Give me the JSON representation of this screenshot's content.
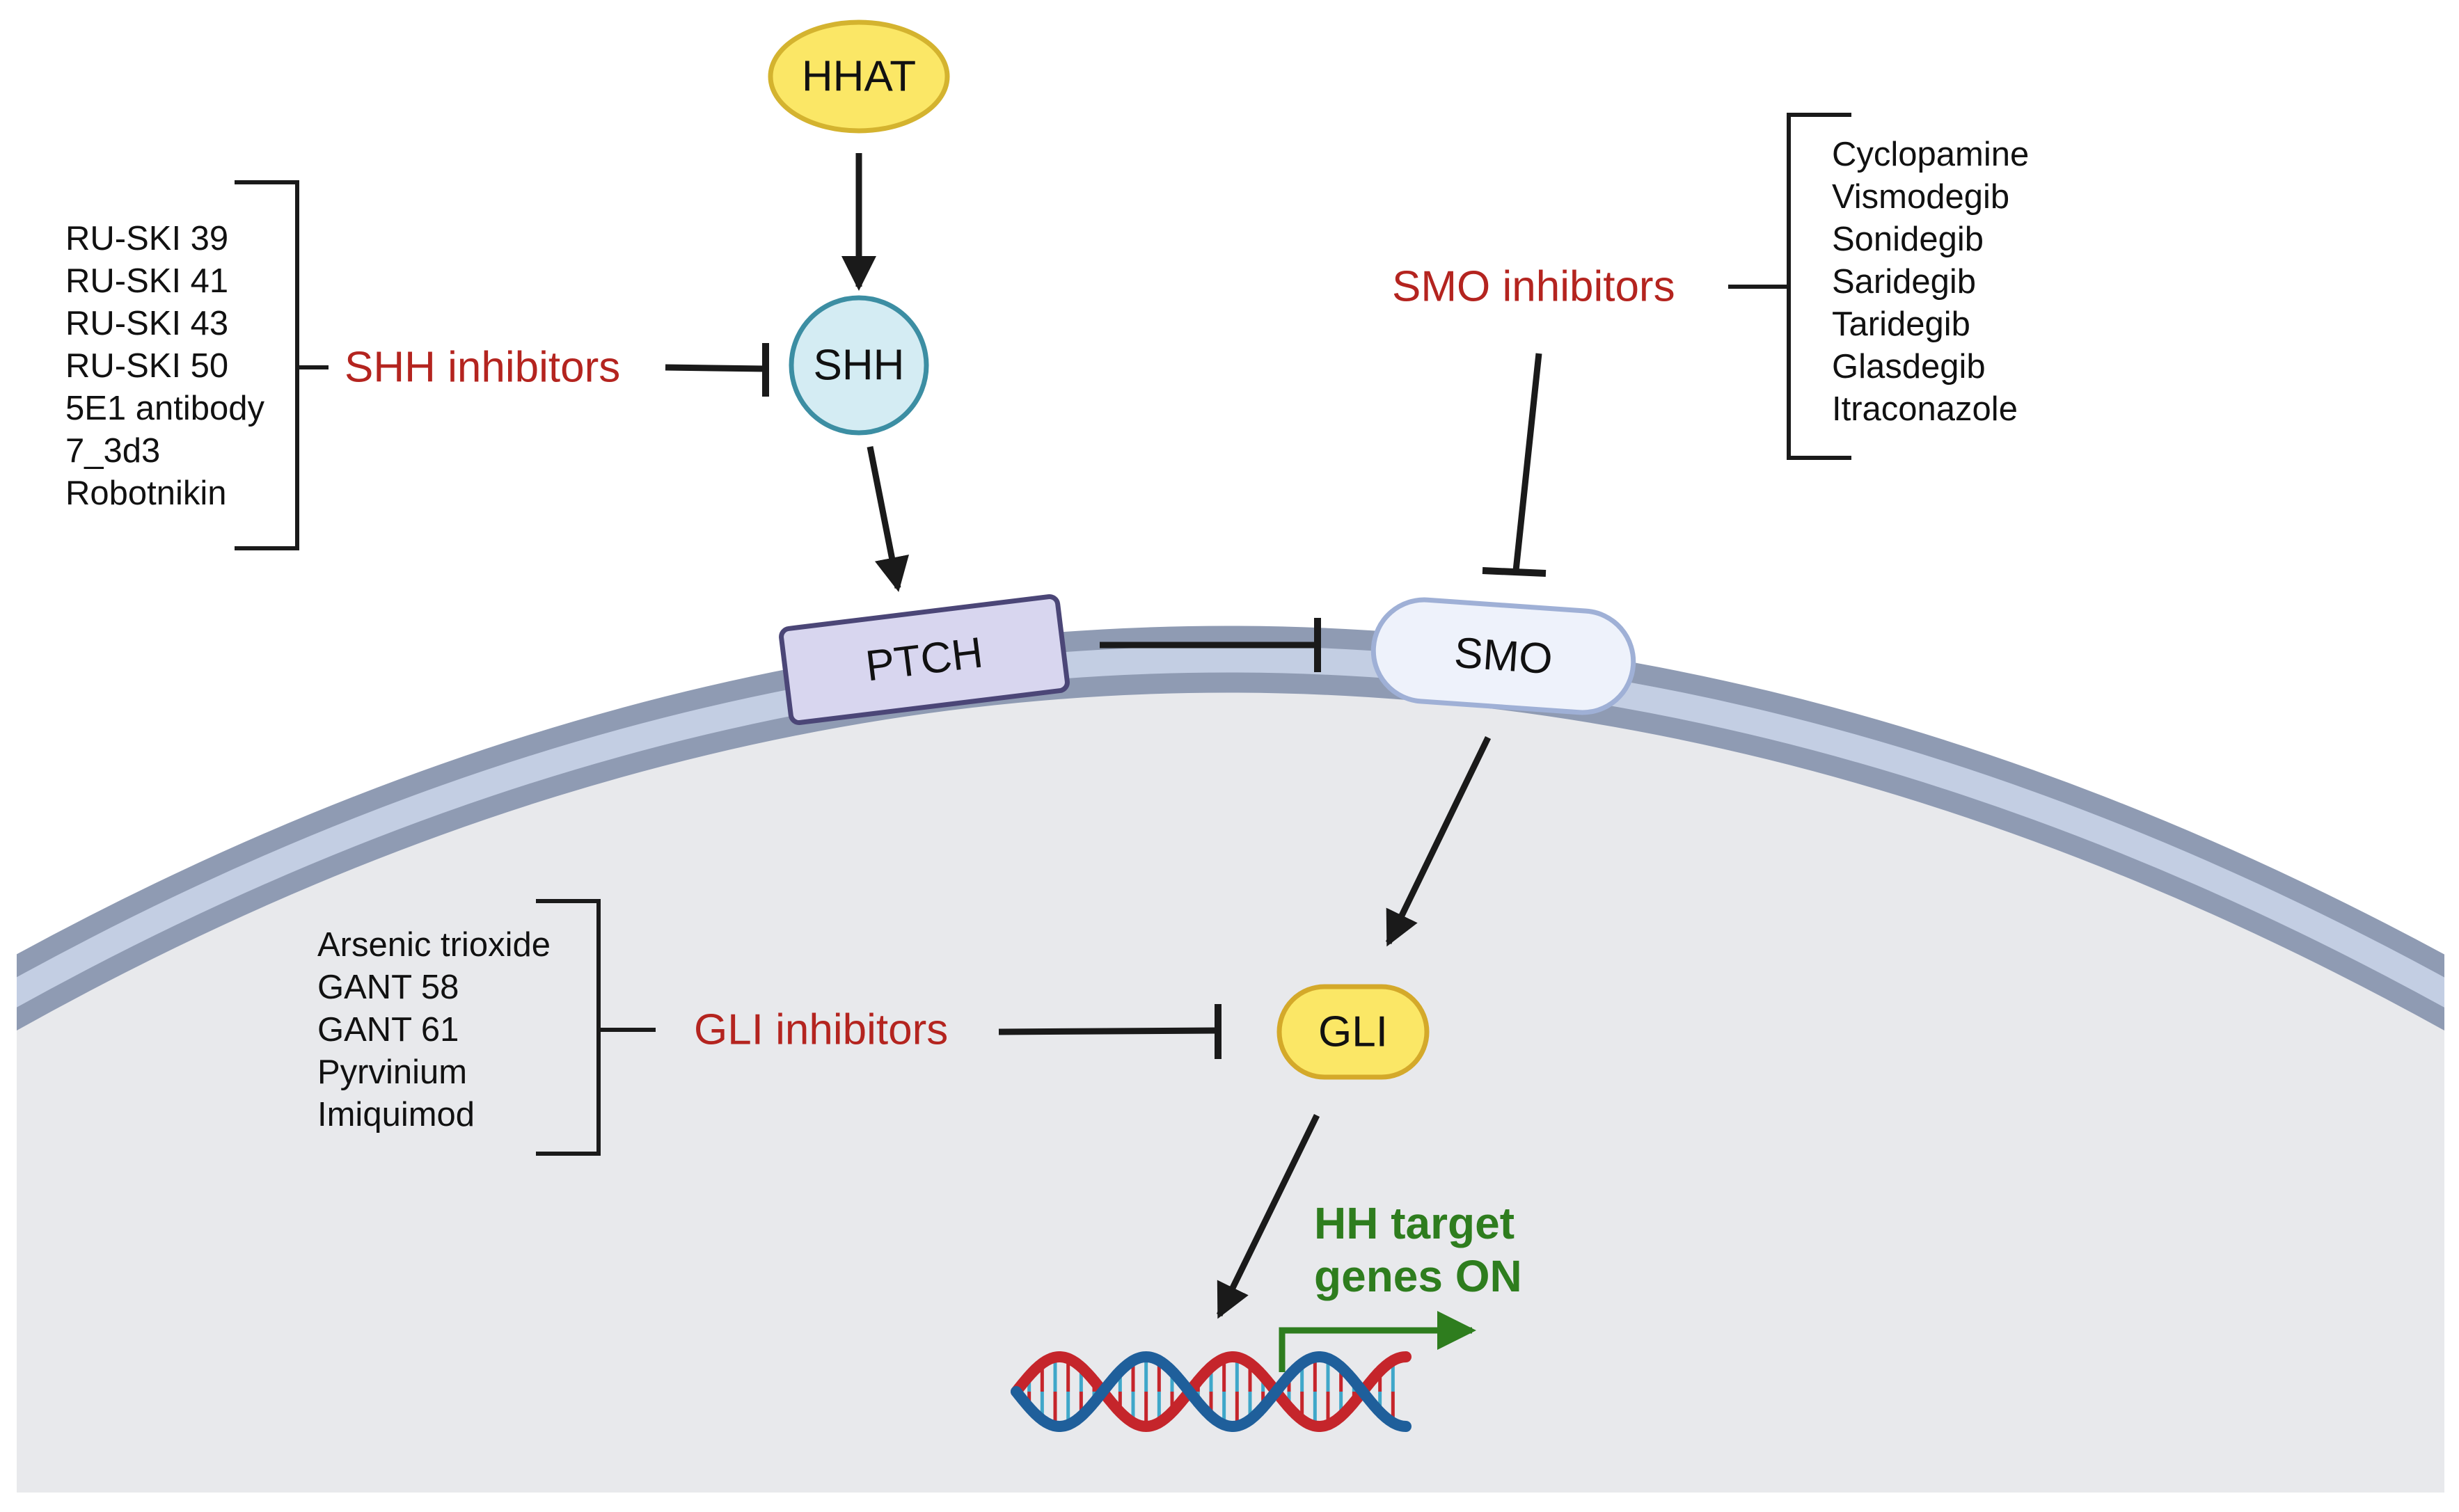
{
  "colors": {
    "cytoplasm": "#e8e9ec",
    "membrane_outer": "#8f9bb3",
    "membrane_inner": "#c3cee3",
    "inhibitor_red": "#b4241f",
    "target_green": "#2e7d1e",
    "line": "#1a1a1a",
    "hhat_fill": "#fbe766",
    "hhat_stroke": "#d4b32f",
    "shh_fill": "#d4ecf3",
    "shh_stroke": "#3c8ea3",
    "ptch_fill": "#d8d6ef",
    "ptch_stroke": "#4b4677",
    "smo_fill": "#eef2fb",
    "smo_stroke": "#9fb0d6",
    "gli_fill": "#fbe766",
    "gli_stroke": "#d4a92a",
    "dna_red": "#c5252b",
    "dna_blue": "#1f5f9b",
    "dna_rung_blue": "#3fa7c9"
  },
  "nodes": {
    "hhat": {
      "label": "HHAT",
      "icon": "ellipse-node"
    },
    "shh": {
      "label": "SHH",
      "icon": "circle-node"
    },
    "ptch": {
      "label": "PTCH",
      "icon": "rect-node"
    },
    "smo": {
      "label": "SMO",
      "icon": "pill-node"
    },
    "gli": {
      "label": "GLI",
      "icon": "pill-node"
    }
  },
  "inhibitor_groups": {
    "shh": {
      "label": "SHH inhibitors",
      "drugs": [
        "RU-SKI 39",
        "RU-SKI 41",
        "RU-SKI 43",
        "RU-SKI 50",
        "5E1 antibody",
        "7_3d3",
        "Robotnikin"
      ]
    },
    "smo": {
      "label": "SMO inhibitors",
      "drugs": [
        "Cyclopamine",
        "Vismodegib",
        "Sonidegib",
        "Saridegib",
        "Taridegib",
        "Glasdegib",
        "Itraconazole"
      ]
    },
    "gli": {
      "label": "GLI inhibitors",
      "drugs": [
        "Arsenic trioxide",
        "GANT 58",
        "GANT 61",
        "Pyrvinium",
        "Imiquimod"
      ]
    }
  },
  "target_genes": {
    "line1": "HH target",
    "line2": "genes ON",
    "icon": "dna-helix-icon"
  }
}
